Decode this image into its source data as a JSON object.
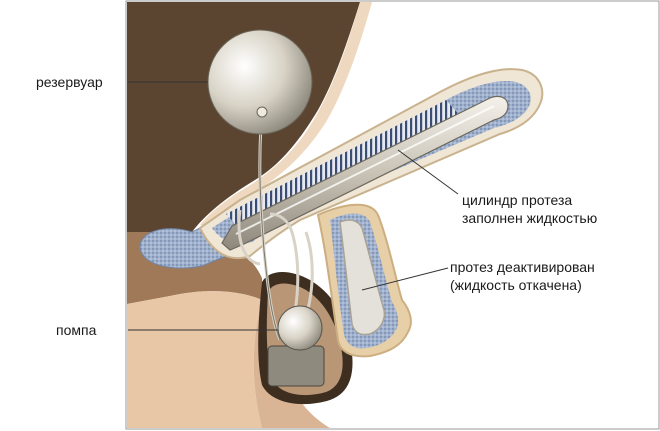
{
  "labels": {
    "reservoir": "резервуар",
    "pump": "помпа",
    "cylinder_line1": "цилиндр протеза",
    "cylinder_line2": "заполнен жидкостью",
    "deactivated_line1": "протез деактивирован",
    "deactivated_line2": "(жидкость откачена)"
  },
  "colors": {
    "body_dark": "#5b4530",
    "body_mid": "#8a6a4c",
    "skin_light": "#e9c9a9",
    "tissue_blue": "#8ea2c2",
    "tissue_blue_light": "#b9c8dd",
    "implant_silver": "#cfc9bd",
    "frame_border": "#999999"
  }
}
